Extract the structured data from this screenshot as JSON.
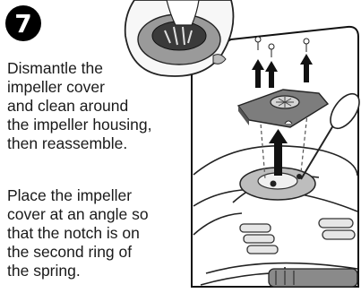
{
  "step": {
    "number": "7",
    "instructions": [
      {
        "lines": [
          "Dismantle the",
          "impeller cover",
          "and clean around",
          "the impeller housing,",
          "then reassemble."
        ]
      },
      {
        "lines": [
          "Place the impeller",
          "cover at an angle so",
          "that the notch is on",
          "the second ring of",
          "the spring."
        ]
      }
    ]
  },
  "illustration": {
    "subject": "pool robot impeller cover removal",
    "icons": [
      "screw-icon",
      "up-arrow-icon",
      "brush-icon",
      "magnified-view"
    ]
  }
}
